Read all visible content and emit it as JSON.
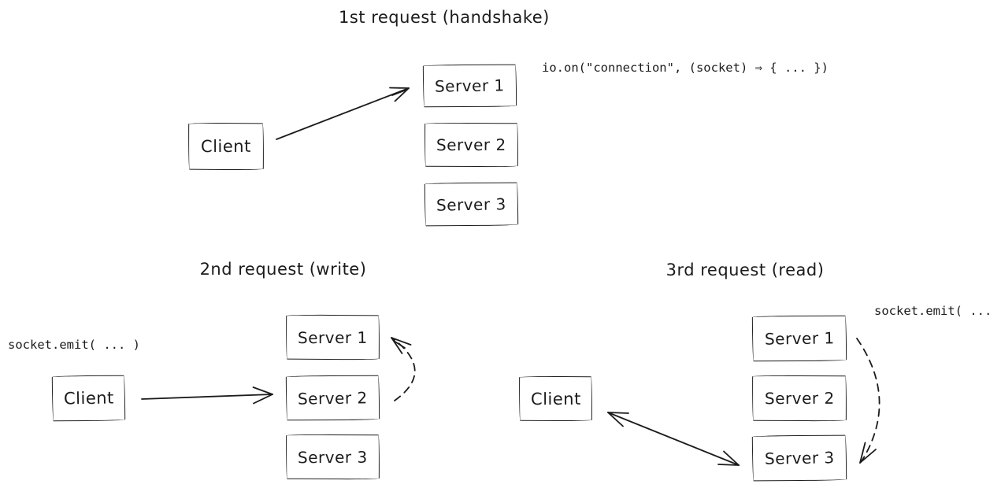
{
  "diagram": {
    "description": "Socket connection flow across a load-balanced cluster of three servers",
    "background_color": "#ffffff",
    "stroke_color": "#1b1b1b",
    "panels": [
      {
        "title": "1st request (handshake)",
        "code_annotation": "io.on(\"connection\", (socket) ⇒ {  ...  })",
        "client_label": "Client",
        "servers": [
          "Server 1",
          "Server 2",
          "Server 3"
        ],
        "arrows": [
          {
            "style": "solid",
            "from": "Client",
            "to": "Server 1",
            "direction": "one-way"
          }
        ]
      },
      {
        "title": "2nd request (write)",
        "code_annotation": "socket.emit( ... )",
        "client_label": "Client",
        "servers": [
          "Server 1",
          "Server 2",
          "Server 3"
        ],
        "arrows": [
          {
            "style": "solid",
            "from": "Client",
            "to": "Server 2",
            "direction": "one-way"
          },
          {
            "style": "dashed-curve",
            "from": "Server 2",
            "to": "Server 1",
            "direction": "one-way"
          }
        ]
      },
      {
        "title": "3rd request (read)",
        "code_annotation": "socket.emit( ... )",
        "client_label": "Client",
        "servers": [
          "Server 1",
          "Server 2",
          "Server 3"
        ],
        "arrows": [
          {
            "style": "solid",
            "from": "Server 3",
            "to": "Client",
            "direction": "two-way"
          },
          {
            "style": "dashed-curve",
            "from": "Server 1",
            "to": "Server 3",
            "direction": "one-way"
          }
        ]
      }
    ]
  }
}
